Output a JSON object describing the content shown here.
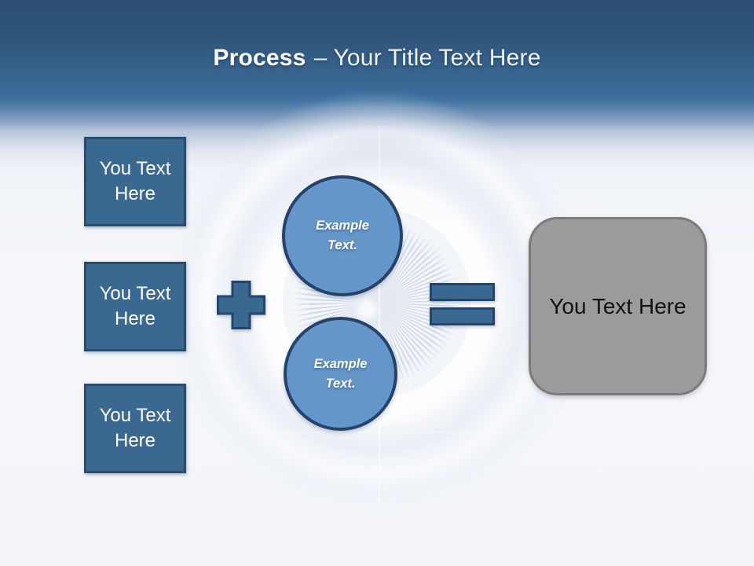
{
  "title": {
    "emphasis": "Process",
    "rest": "– Your Title Text Here"
  },
  "left_boxes": [
    {
      "label": "You Text Here"
    },
    {
      "label": "You Text Here"
    },
    {
      "label": "You Text Here"
    }
  ],
  "operators": {
    "plus_icon": "plus-sign",
    "equals_icon": "equals-sign"
  },
  "circles": [
    {
      "label": "Example Text."
    },
    {
      "label": "Example Text."
    }
  ],
  "result_box": {
    "label": "You Text Here"
  },
  "colors": {
    "header_top": "#2a4e72",
    "header_mid": "#3d6e9d",
    "shape_fill": "#3a6890",
    "shape_border": "#294b6d",
    "circle_fill": "#6596c9",
    "circle_border": "#25436a",
    "result_fill": "#9b9b9b",
    "result_border": "#7b7b7b",
    "title_color": "#ffffff",
    "result_text_color": "#111111"
  }
}
